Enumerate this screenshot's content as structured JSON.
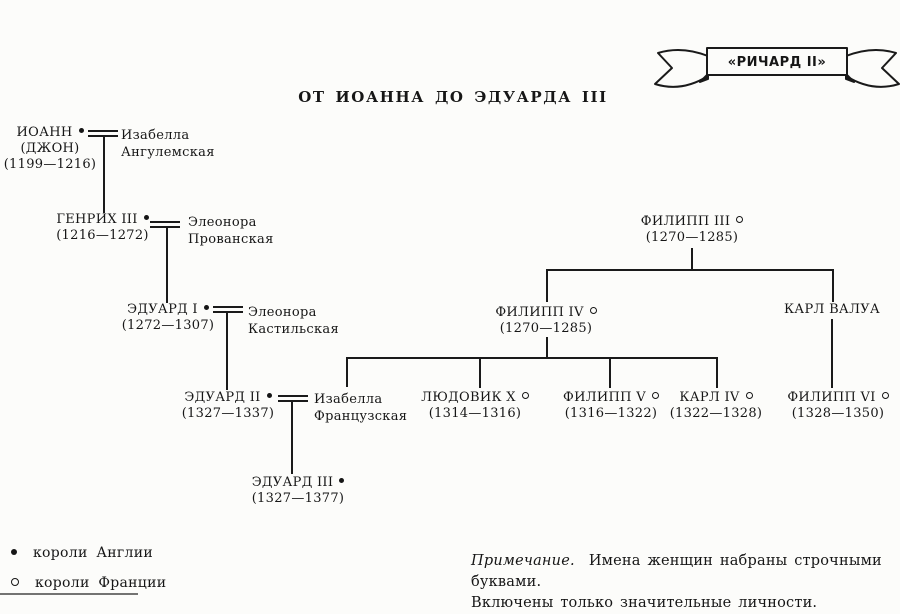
{
  "colors": {
    "ink": "#161616",
    "paper": "#fcfcfa"
  },
  "banner": {
    "label": "«РИЧАРД II»"
  },
  "title": "ОТ ИОАННА ДО ЭДУАРДА III",
  "tree": {
    "john": {
      "name": "ИОАНН",
      "alias": "(ДЖОН)",
      "dates": "(1199—1216)"
    },
    "isabella_angouleme": {
      "name1": "Изабелла",
      "name2": "Ангулемская"
    },
    "henry3": {
      "name": "ГЕНРИХ III",
      "dates": "(1216—1272)"
    },
    "eleanor_provence": {
      "name1": "Элеонора",
      "name2": "Прованская"
    },
    "edward1": {
      "name": "ЭДУАРД I",
      "dates": "(1272—1307)"
    },
    "eleanor_castile": {
      "name1": "Элеонора",
      "name2": "Кастильская"
    },
    "edward2": {
      "name": "ЭДУАРД II",
      "dates": "(1327—1337)"
    },
    "isabella_france": {
      "name1": "Изабелла",
      "name2": "Французская"
    },
    "edward3": {
      "name": "ЭДУАРД III",
      "dates": "(1327—1377)"
    },
    "philip3": {
      "name": "ФИЛИПП III",
      "dates": "(1270—1285)"
    },
    "philip4": {
      "name": "ФИЛИПП IV",
      "dates": "(1270—1285)"
    },
    "charles_valois": {
      "name": "КАРЛ ВАЛУА"
    },
    "louis10": {
      "name": "ЛЮДОВИК X",
      "dates": "(1314—1316)"
    },
    "philip5": {
      "name": "ФИЛИПП V",
      "dates": "(1316—1322)"
    },
    "charles4": {
      "name": "КАРЛ IV",
      "dates": "(1322—1328)"
    },
    "philip6": {
      "name": "ФИЛИПП VI",
      "dates": "(1328—1350)"
    }
  },
  "legend": {
    "england": "короли Англии",
    "france": "короли Франции"
  },
  "note": {
    "label": "Примечание.",
    "line1": "Имена женщин набраны строчными буквами.",
    "line2": "Включены только значительные личности."
  }
}
